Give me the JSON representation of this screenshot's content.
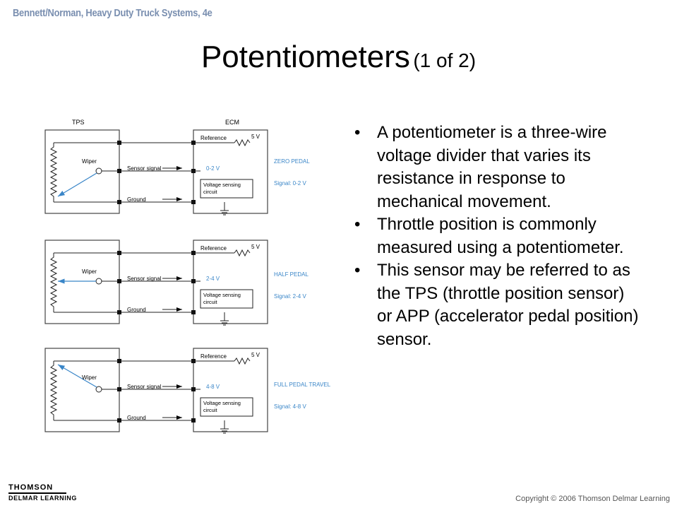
{
  "header": {
    "book": "Bennett/Norman, Heavy Duty Truck Systems, 4e"
  },
  "title": {
    "main": "Potentiometers",
    "sub": "(1 of 2)"
  },
  "bullets": [
    "A potentiometer is a three-wire voltage divider that varies its resistance in response to mechanical movement.",
    "Throttle position is commonly measured using a potentiometer.",
    "This sensor may be referred to as the TPS (throttle position sensor) or APP (accelerator pedal position) sensor."
  ],
  "diagram": {
    "tps_label": "TPS",
    "ecm_label": "ECM",
    "panels": [
      {
        "reference": "Reference",
        "volts": "5 V",
        "wiper": "Wiper",
        "sensor_signal": "Sensor signal",
        "range": "0-2 V",
        "vsc_line1": "Voltage sensing",
        "vsc_line2": "circuit",
        "ground": "Ground",
        "state": "ZERO PEDAL",
        "signal": "Signal: 0-2 V"
      },
      {
        "reference": "Reference",
        "volts": "5 V",
        "wiper": "Wiper",
        "sensor_signal": "Sensor signal",
        "range": "2-4 V",
        "vsc_line1": "Voltage sensing",
        "vsc_line2": "circuit",
        "ground": "Ground",
        "state": "HALF PEDAL",
        "signal": "Signal: 2-4 V"
      },
      {
        "reference": "Reference",
        "volts": "5 V",
        "wiper": "Wiper",
        "sensor_signal": "Sensor signal",
        "range": "4-8 V",
        "vsc_line1": "Voltage sensing",
        "vsc_line2": "circuit",
        "ground": "Ground",
        "state": "FULL PEDAL TRAVEL",
        "signal": "Signal: 4-8 V"
      }
    ],
    "accent_color": "#3a86c8"
  },
  "footer": {
    "logo_line1": "THOMSON",
    "logo_line2": "DELMAR LEARNING",
    "copyright": "Copyright © 2006 Thomson Delmar Learning"
  }
}
